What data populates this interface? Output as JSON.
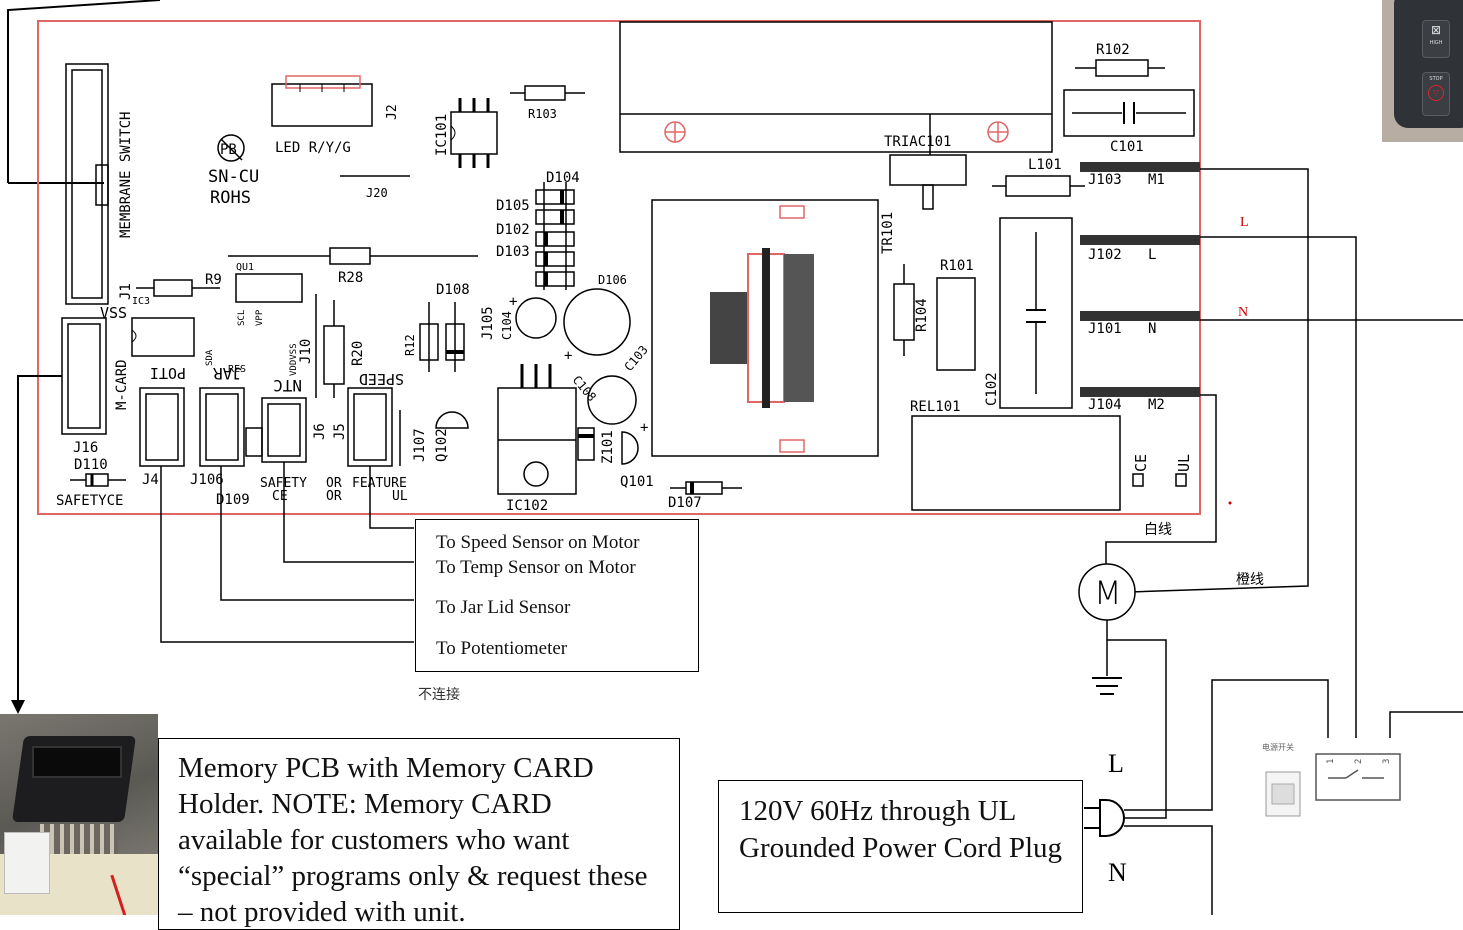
{
  "pcb": {
    "labels": {
      "membrane": "MEMBRANE SWITCH",
      "j1": "J1",
      "led": "LED R/Y/G",
      "j2": "J2",
      "ic101": "IC101",
      "r103": "R103",
      "sn_cu": "SN-CU",
      "rohs": "ROHS",
      "pb": "PB",
      "j20": "J20",
      "d104": "D104",
      "d105": "D105",
      "d102": "D102",
      "d103": "D103",
      "d106": "D106",
      "d108": "D108",
      "triac": "TRIAC101",
      "r102": "R102",
      "c101": "C101",
      "l101": "L101",
      "j103": "J103",
      "m1": "M1",
      "j102": "J102",
      "l": "L",
      "j101": "J101",
      "n": "N",
      "j104": "J104",
      "m2": "M2",
      "tr101": "TR101",
      "r101": "R101",
      "r104": "R104",
      "c102": "C102",
      "rel101": "REL101",
      "ce": "CE",
      "ul": "UL",
      "r9": "R9",
      "ic3": "IC3",
      "qu1": "QU1",
      "scl": "SCL",
      "vpp": "VPP",
      "sda": "SDA",
      "r28": "R28",
      "r20": "R20",
      "vddvss": "VDDVSS",
      "j10": "J10",
      "r12": "R12",
      "j105": "J105",
      "c104": "C104",
      "c103": "C103",
      "c108": "C108",
      "z101": "Z101",
      "q101": "Q101",
      "q102": "Q102",
      "d107": "D107",
      "ic102": "IC102",
      "vss": "VSS",
      "mcard": "M-CARD",
      "j16": "J16",
      "d110": "D110",
      "safetyce": "SAFETYCE",
      "poti": "POTI",
      "jar": "JAR",
      "res": "RES",
      "ntc": "NTC",
      "speed": "SPEED",
      "j4": "J4",
      "j106": "J106",
      "d109": "D109",
      "safety": "SAFETY",
      "ce2": "CE",
      "or1": "OR",
      "or2": "OR",
      "feature": "FEATURE",
      "ul2": "UL",
      "j6": "J6",
      "j5": "J5",
      "j107": "J107"
    }
  },
  "sensor_box": {
    "speed": "To Speed Sensor on Motor",
    "temp": "To Temp Sensor on Motor",
    "jar": "To Jar Lid Sensor",
    "pot": "To Potentiometer"
  },
  "no_connect": "不连接",
  "wiring": {
    "pcb_l": "L",
    "pcb_n": "N",
    "white_wire": "白线",
    "orange_wire": "橙线",
    "motor": "M",
    "plug_l": "L",
    "plug_n": "N"
  },
  "memory_note": "Memory PCB with Memory CARD Holder. NOTE: Memory CARD available for customers who want “special” programs only & request these – not provided with unit.",
  "power_note": "120V 60Hz through UL Grounded Power Cord Plug",
  "switch_labels": {
    "title": "电源开关",
    "pins": [
      "1",
      "2",
      "3"
    ]
  },
  "control_panel": {
    "high": "HIGH",
    "stop": "STOP"
  },
  "colors": {
    "pcb_outline": "#e06666",
    "wire": "#000000",
    "red_label": "#cc0000"
  }
}
